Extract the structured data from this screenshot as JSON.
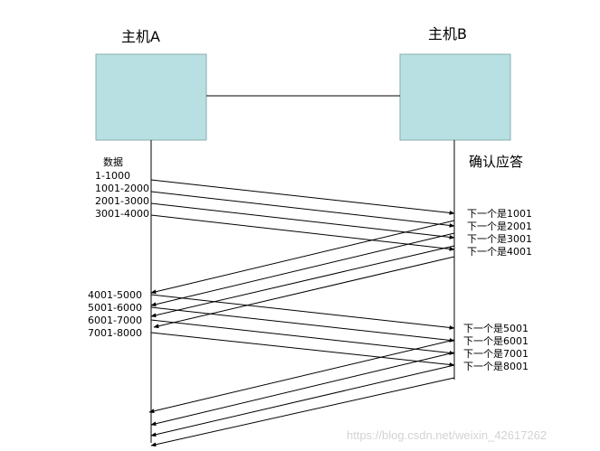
{
  "host_a": {
    "title": "主机A",
    "data_heading": "数据"
  },
  "host_b": {
    "title": "主机B",
    "ack_heading": "确认应答"
  },
  "send_round_1": [
    "1-1000",
    "1001-2000",
    "2001-3000",
    "3001-4000"
  ],
  "ack_round_1": [
    "下一个是1001",
    "下一个是2001",
    "下一个是3001",
    "下一个是4001"
  ],
  "send_round_2": [
    "4001-5000",
    "5001-6000",
    "6001-7000",
    "7001-8000"
  ],
  "ack_round_2": [
    "下一个是5001",
    "下一个是6001",
    "下一个是7001",
    "下一个是8001"
  ],
  "watermark": "https://blog.csdn.net/weixin_42617262",
  "colors": {
    "host_box_fill": "#b8dfe2",
    "host_box_stroke": "#87aeb1",
    "line": "#000000",
    "watermark": "#d3d3d3"
  }
}
